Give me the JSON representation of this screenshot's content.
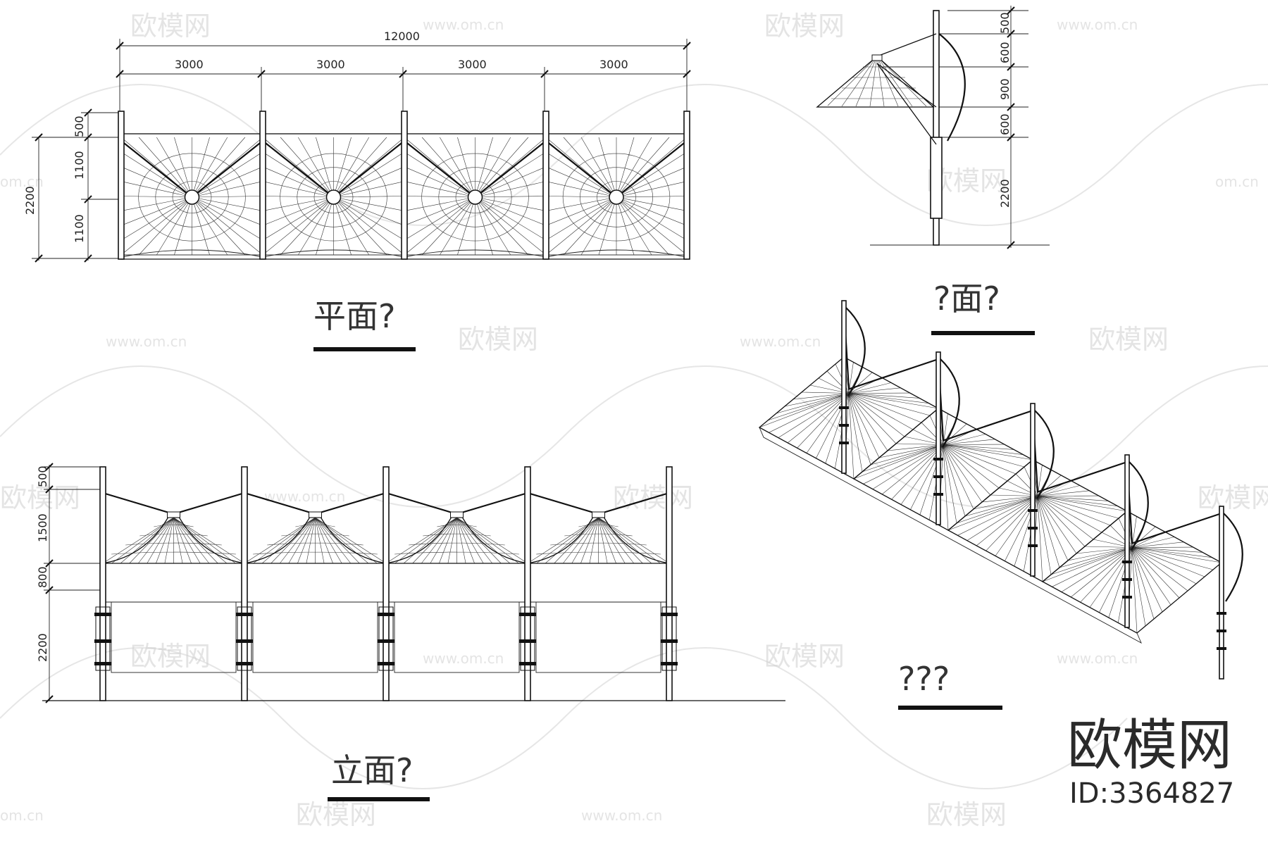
{
  "plan": {
    "title": "平面?",
    "dims": {
      "total": "12000",
      "bays": [
        "3000",
        "3000",
        "3000",
        "3000"
      ],
      "left_total": "2200",
      "left_parts": [
        "500",
        "1100",
        "1100"
      ]
    }
  },
  "side": {
    "title": "?面?",
    "dims": [
      "500",
      "600",
      "900",
      "600",
      "2200"
    ]
  },
  "elevation": {
    "title": "立面?",
    "dims": [
      "500",
      "1500",
      "800",
      "2200"
    ]
  },
  "iso": {
    "title": "???"
  },
  "brand": {
    "name": "欧模网",
    "id": "ID:3364827"
  },
  "watermarks": {
    "logo": "欧模网",
    "url": "www.om.cn",
    "url_short": "om.cn"
  }
}
